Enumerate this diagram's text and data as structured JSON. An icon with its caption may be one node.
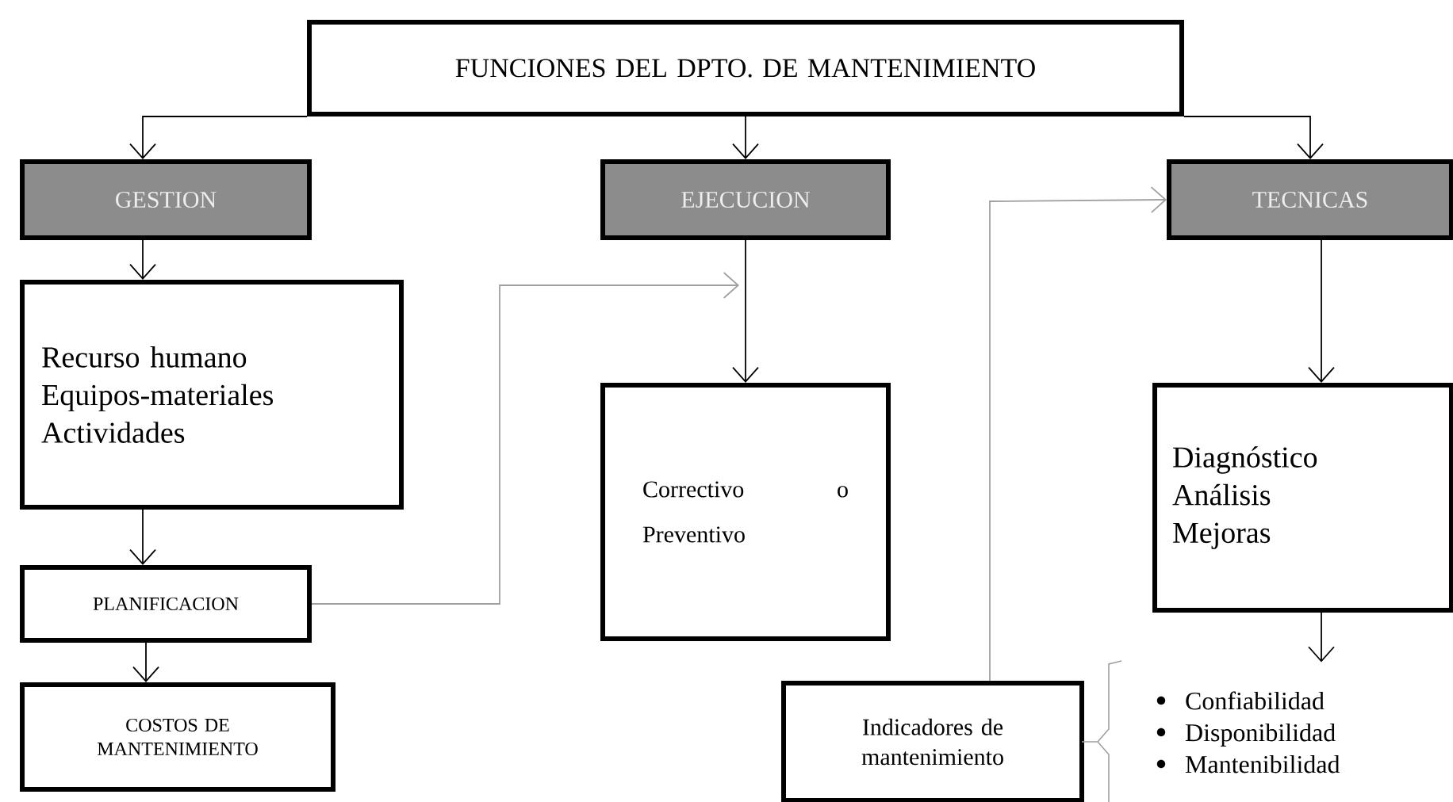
{
  "diagram": {
    "nodes": [
      {
        "text": [
          "FUNCIONES DEL DPTO. DE MANTENIMIENTO"
        ]
      },
      {
        "text": [
          "GESTION"
        ]
      },
      {
        "text": [
          "EJECUCION"
        ]
      },
      {
        "text": [
          "TECNICAS"
        ]
      },
      {
        "text": [
          "Recurso humano",
          "Equipos-materiales",
          "Actividades"
        ]
      },
      {
        "text": [
          "Correctivo o Preventivo"
        ]
      },
      {
        "text": [
          "Diagnóstico",
          "Análisis",
          "Mejoras"
        ]
      },
      {
        "text": [
          "PLANIFICACION"
        ]
      },
      {
        "text": [
          "COSTOS DE MANTENIMIENTO"
        ]
      },
      {
        "text": [
          "Indicadores de mantenimiento"
        ]
      },
      {
        "text": [
          "Confiabilidad",
          "Disponibilidad",
          "Mantenibilidad"
        ]
      }
    ],
    "edges": [
      {
        "from": 0,
        "to": 1,
        "arrow": "to"
      },
      {
        "from": 0,
        "to": 2,
        "arrow": "to"
      },
      {
        "from": 0,
        "to": 3,
        "arrow": "to"
      },
      {
        "from": 1,
        "to": 4,
        "arrow": "to"
      },
      {
        "from": 2,
        "to": 5,
        "arrow": "to"
      },
      {
        "from": 3,
        "to": 6,
        "arrow": "to"
      },
      {
        "from": 4,
        "to": 7,
        "arrow": "to"
      },
      {
        "from": 7,
        "to": 8,
        "arrow": "to"
      },
      {
        "from": 7,
        "to": null,
        "arrow": "to",
        "color": "#a0a0a0"
      },
      {
        "from": 9,
        "to": 3,
        "arrow": "to",
        "color": "#a0a0a0"
      },
      {
        "from": 6,
        "to": 10,
        "arrow": "to"
      }
    ]
  }
}
